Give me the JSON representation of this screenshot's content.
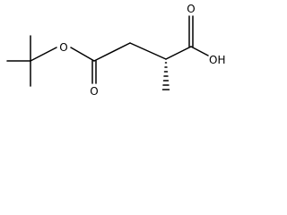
{
  "structure": {
    "atoms": {
      "ester_o_single": "O",
      "ester_o_carbonyl": "O",
      "acid_o_carbonyl": "O",
      "acid_oh": "OH"
    },
    "stereo": {
      "methyl_bond": "hashed wedge"
    }
  }
}
